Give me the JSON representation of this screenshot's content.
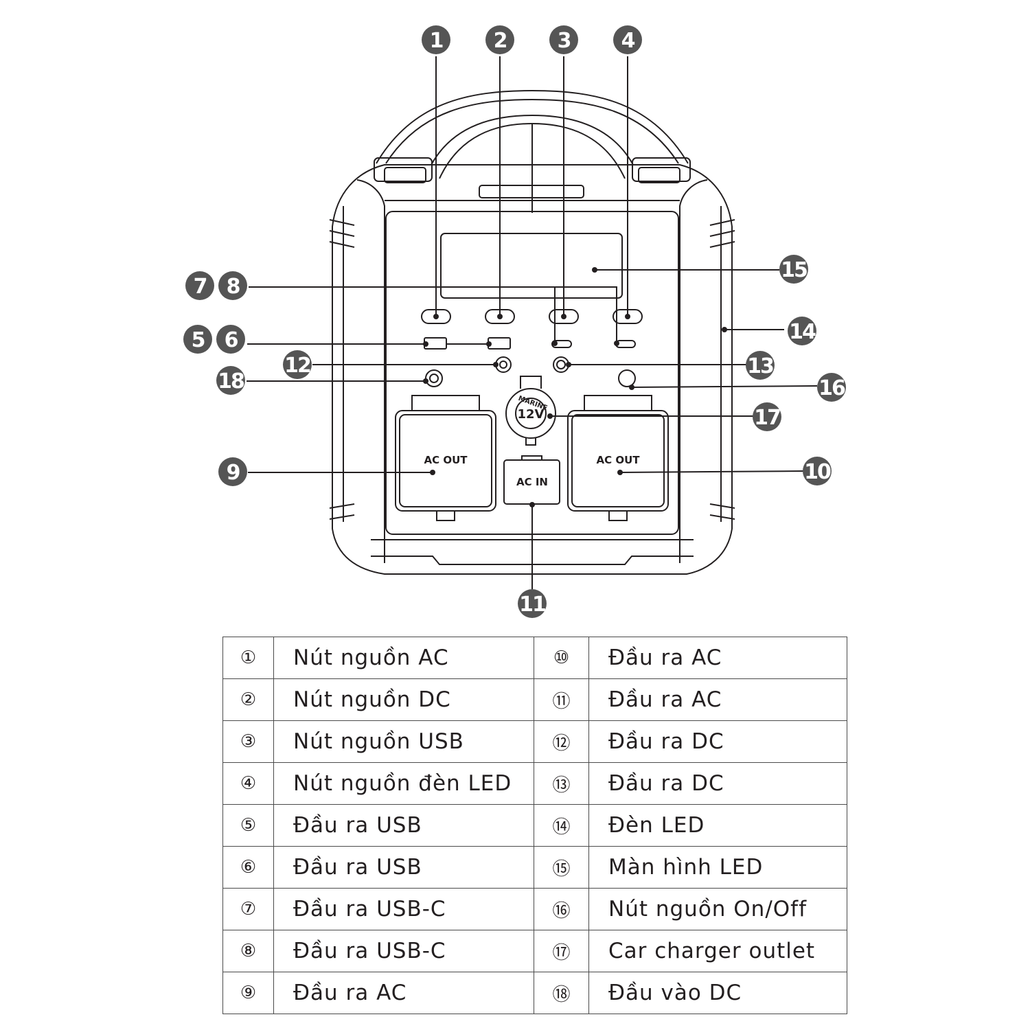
{
  "diagram": {
    "callouts": [
      "1",
      "2",
      "3",
      "4",
      "7",
      "8",
      "5",
      "6",
      "12",
      "18",
      "15",
      "14",
      "13",
      "16",
      "17",
      "9",
      "10",
      "11"
    ],
    "panel": {
      "ac_out_left": "AC OUT",
      "ac_out_right": "AC OUT",
      "ac_in": "AC IN",
      "marine": "MARINE",
      "volt": "12V"
    }
  },
  "legend": {
    "rows": [
      {
        "left_num": "①",
        "left_label": "Nút nguồn AC",
        "right_num": "⑩",
        "right_label": "Đầu ra AC"
      },
      {
        "left_num": "②",
        "left_label": "Nút nguồn DC",
        "right_num": "⑪",
        "right_label": "Đầu ra AC"
      },
      {
        "left_num": "③",
        "left_label": "Nút nguồn USB",
        "right_num": "⑫",
        "right_label": "Đầu ra DC"
      },
      {
        "left_num": "④",
        "left_label": "Nút nguồn đèn LED",
        "right_num": "⑬",
        "right_label": "Đầu ra DC"
      },
      {
        "left_num": "⑤",
        "left_label": "Đầu ra USB",
        "right_num": "⑭",
        "right_label": "Đèn LED"
      },
      {
        "left_num": "⑥",
        "left_label": "Đầu ra USB",
        "right_num": "⑮",
        "right_label": "Màn hình LED"
      },
      {
        "left_num": "⑦",
        "left_label": "Đầu ra USB-C",
        "right_num": "⑯",
        "right_label": "Nút nguồn On/Off"
      },
      {
        "left_num": "⑧",
        "left_label": "Đầu ra USB-C",
        "right_num": "⑰",
        "right_label": "Car charger outlet"
      },
      {
        "left_num": "⑨",
        "left_label": "Đầu ra AC",
        "right_num": "⑱",
        "right_label": "Đầu vào DC"
      }
    ]
  },
  "colors": {
    "line": "#231f20",
    "callout_fill": "#555555",
    "background": "#ffffff"
  }
}
